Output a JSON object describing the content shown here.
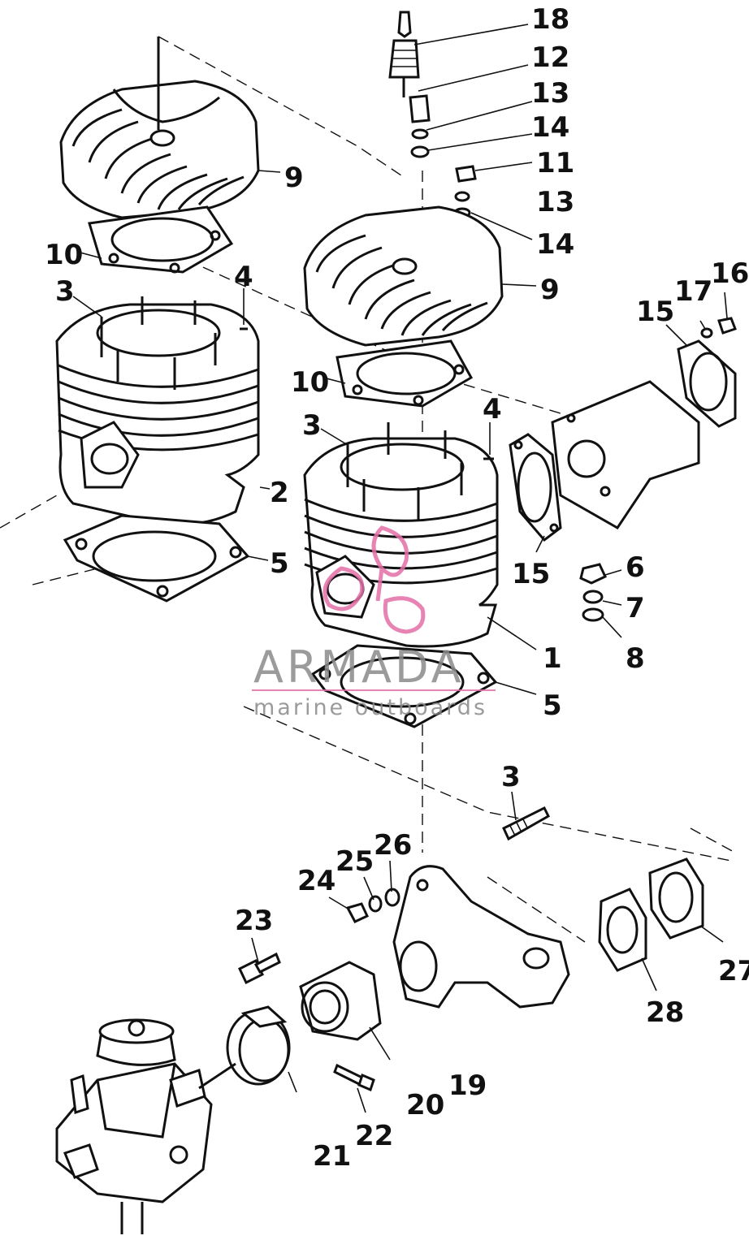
{
  "diagram": {
    "callouts": [
      {
        "id": "c18",
        "label": "18"
      },
      {
        "id": "c12",
        "label": "12"
      },
      {
        "id": "c13a",
        "label": "13"
      },
      {
        "id": "c14a",
        "label": "14"
      },
      {
        "id": "c11",
        "label": "11"
      },
      {
        "id": "c13b",
        "label": "13"
      },
      {
        "id": "c14b",
        "label": "14"
      },
      {
        "id": "c9a",
        "label": "9"
      },
      {
        "id": "c9b",
        "label": "9"
      },
      {
        "id": "c10a",
        "label": "10"
      },
      {
        "id": "c10b",
        "label": "10"
      },
      {
        "id": "c3a",
        "label": "3"
      },
      {
        "id": "c4a",
        "label": "4"
      },
      {
        "id": "c3b",
        "label": "3"
      },
      {
        "id": "c4b",
        "label": "4"
      },
      {
        "id": "c2",
        "label": "2"
      },
      {
        "id": "c5a",
        "label": "5"
      },
      {
        "id": "c5b",
        "label": "5"
      },
      {
        "id": "c1",
        "label": "1"
      },
      {
        "id": "c6",
        "label": "6"
      },
      {
        "id": "c7",
        "label": "7"
      },
      {
        "id": "c8",
        "label": "8"
      },
      {
        "id": "c15a",
        "label": "15"
      },
      {
        "id": "c15b",
        "label": "15"
      },
      {
        "id": "c16",
        "label": "16"
      },
      {
        "id": "c17",
        "label": "17"
      },
      {
        "id": "c3c",
        "label": "3"
      },
      {
        "id": "c24",
        "label": "24"
      },
      {
        "id": "c25",
        "label": "25"
      },
      {
        "id": "c26",
        "label": "26"
      },
      {
        "id": "c23",
        "label": "23"
      },
      {
        "id": "c27",
        "label": "27"
      },
      {
        "id": "c28",
        "label": "28"
      },
      {
        "id": "c19",
        "label": "19"
      },
      {
        "id": "c20",
        "label": "20"
      },
      {
        "id": "c21",
        "label": "21"
      },
      {
        "id": "c22",
        "label": "22"
      }
    ]
  },
  "watermark": {
    "brand": "ARMADA",
    "tagline": "marine outboards",
    "colors": {
      "text": "#8a8a8a",
      "accent": "#e56fa8"
    }
  }
}
